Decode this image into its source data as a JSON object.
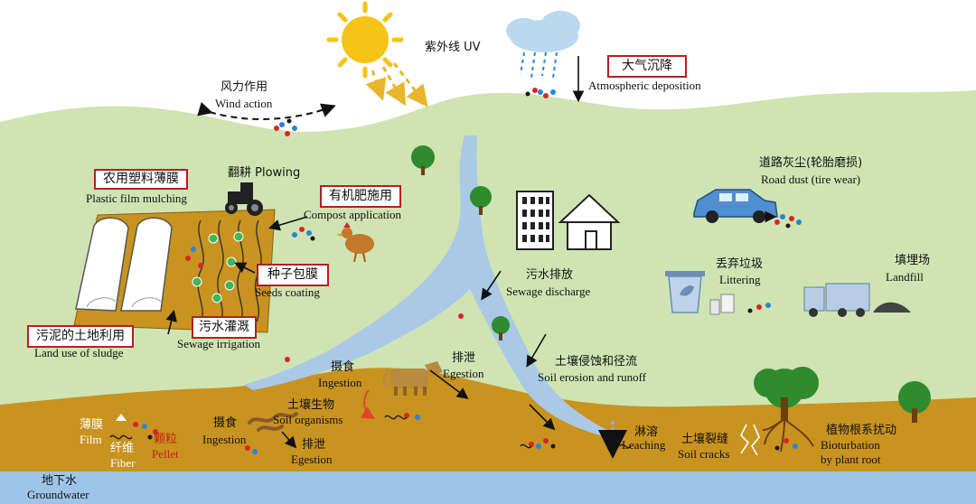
{
  "labels": {
    "uv_cn": "紫外线 UV",
    "wind_cn": "风力作用",
    "wind_en": "Wind action",
    "atm_cn": "大气沉降",
    "atm_en": "Atmospheric deposition",
    "plowing": "翻耕 Plowing",
    "mulch_cn": "农用塑料薄膜",
    "mulch_en": "Plastic film mulching",
    "compost_cn": "有机肥施用",
    "compost_en": "Compost application",
    "seeds_cn": "种子包膜",
    "seeds_en": "Seeds coating",
    "sewage_irr_cn": "污水灌溉",
    "sewage_irr_en": "Sewage irrigation",
    "sludge_cn": "污泥的土地利用",
    "sludge_en": "Land use of sludge",
    "road_cn": "道路灰尘(轮胎磨损)",
    "road_en": "Road dust (tire wear)",
    "litter_cn": "丢弃垃圾",
    "litter_en": "Littering",
    "landfill_cn": "填埋场",
    "landfill_en": "Landfill",
    "sewage_dis_cn": "污水排放",
    "sewage_dis_en": "Sewage discharge",
    "erosion_cn": "土壤侵蚀和径流",
    "erosion_en": "Soil erosion and runoff",
    "ingest1_cn": "摄食",
    "ingest1_en": "Ingestion",
    "egest1_cn": "排泄",
    "egest1_en": "Egestion",
    "soilorg_cn": "土壤生物",
    "soilorg_en": "Soil organisms",
    "ingest2_cn": "摄食",
    "ingest2_en": "Ingestion",
    "egest2_cn": "排泄",
    "egest2_en": "Egestion",
    "film_cn": "薄膜",
    "film_en": "Film",
    "fiber_cn": "纤维",
    "fiber_en": "Fiber",
    "pellet_cn": "颗粒",
    "pellet_en": "Pellet",
    "leach_cn": "淋溶",
    "leach_en": "Leaching",
    "cracks_cn": "土壤裂缝",
    "cracks_en": "Soil cracks",
    "bio_cn": "植物根系扰动",
    "bio_en1": "Bioturbation",
    "bio_en2": "by plant root",
    "gw_cn": "地下水",
    "gw_en": "Groundwater"
  },
  "colors": {
    "sky": "#ffffff",
    "land": "#cfe4b2",
    "river": "#a9c9e6",
    "soil": "#c8931f",
    "groundwater": "#9ec5e8",
    "sun": "#f6c317",
    "label_box_border": "#b21f24",
    "particle_red": "#d7262b",
    "particle_blue": "#2b83d9",
    "particle_black": "#1a1a1a"
  },
  "icons": [
    "sun-icon",
    "rain-cloud-icon",
    "tractor-icon",
    "greenhouse-icon",
    "chicken-icon",
    "building-icon",
    "house-icon",
    "car-icon",
    "trash-bin-icon",
    "truck-icon",
    "cow-icon",
    "worm-icon",
    "tree-icon",
    "root-icon"
  ]
}
